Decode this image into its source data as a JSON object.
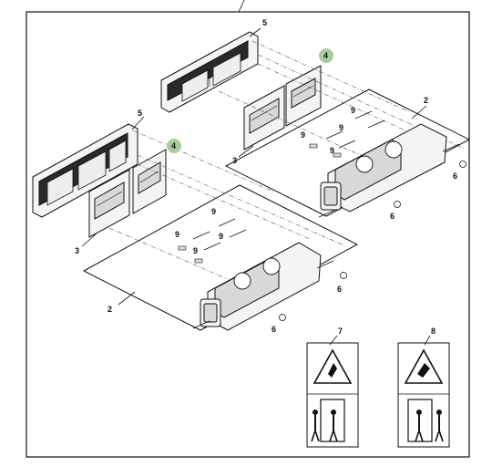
{
  "callouts": {
    "c5a": "5",
    "c5b": "5",
    "c4a": "4",
    "c4b": "4",
    "c2a": "2",
    "c2b": "2",
    "c3a": "3",
    "c3b": "3",
    "c9": "9",
    "c6": "6",
    "c7": "7",
    "c8": "8"
  },
  "colors": {
    "frame": "#111111",
    "highlight_callout": "#a8cf9a",
    "warning_fill": "#ffffff"
  }
}
